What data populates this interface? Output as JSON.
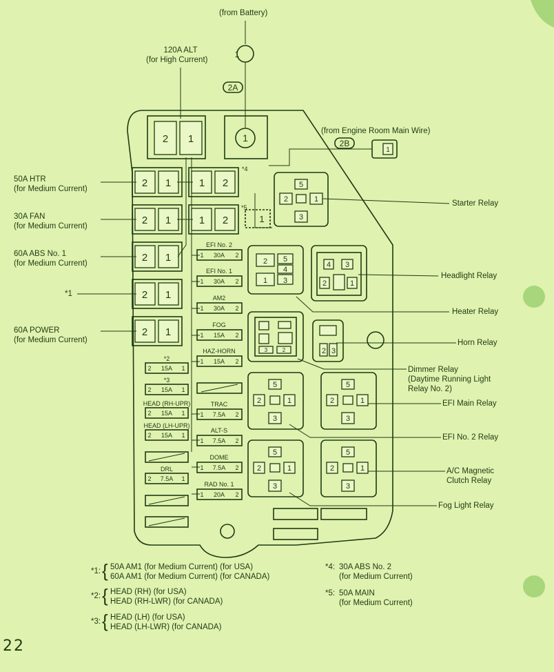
{
  "top_labels": {
    "from_battery": "(from Battery)",
    "alt_120a_line1": "120A ALT",
    "alt_120a_line2": "(for High Current)",
    "from_engine_room": "(from Engine Room Main Wire)",
    "connector_2a": "2A",
    "connector_2b": "2B",
    "terminal_1": "1"
  },
  "left_labels": [
    {
      "id": "htr",
      "line1": "50A HTR",
      "line2": "(for Medium Current)"
    },
    {
      "id": "fan",
      "line1": "30A FAN",
      "line2": "(for Medium Current)"
    },
    {
      "id": "abs1",
      "line1": "60A ABS No. 1",
      "line2": "(for Medium Current)"
    },
    {
      "id": "star1",
      "line1": "*1",
      "line2": ""
    },
    {
      "id": "power",
      "line1": "60A POWER",
      "line2": "(for Medium Current)"
    }
  ],
  "right_labels": {
    "starter": "Starter Relay",
    "headlight": "Headlight Relay",
    "heater": "Heater Relay",
    "horn": "Horn Relay",
    "dimmer_line1": "Dimmer Relay",
    "dimmer_line2": "(Daytime Running Light",
    "dimmer_line3": "Relay No. 2)",
    "efi_main": "EFI Main Relay",
    "efi2": "EFI No. 2 Relay",
    "ac_line1": "A/C Magnetic",
    "ac_line2": "Clutch Relay",
    "fog": "Fog Light Relay"
  },
  "fuses_middle": [
    {
      "name": "EFI No. 2",
      "amp": "30A"
    },
    {
      "name": "EFI No. 1",
      "amp": "30A"
    },
    {
      "name": "AM2",
      "amp": "30A"
    },
    {
      "name": "FOG",
      "amp": "15A"
    },
    {
      "name": "HAZ-HORN",
      "amp": "15A"
    },
    {
      "name": "",
      "amp": ""
    },
    {
      "name": "TRAC",
      "amp": "7.5A"
    },
    {
      "name": "ALT-S",
      "amp": "7.5A"
    },
    {
      "name": "DOME",
      "amp": "7.5A"
    },
    {
      "name": "RAD No. 1",
      "amp": "20A"
    }
  ],
  "fuses_left": [
    {
      "name": "*2",
      "amp": "15A"
    },
    {
      "name": "*3",
      "amp": "15A"
    },
    {
      "name": "HEAD (RH-UPR)",
      "amp": "15A"
    },
    {
      "name": "HEAD (LH-UPR)",
      "amp": "15A"
    },
    {
      "name": "",
      "amp": ""
    },
    {
      "name": "DRL",
      "amp": "7.5A"
    },
    {
      "name": "",
      "amp": ""
    },
    {
      "name": "",
      "amp": ""
    }
  ],
  "terminals": {
    "one": "1",
    "two": "2",
    "three": "3",
    "four": "4",
    "five": "5"
  },
  "markers": {
    "star4": "*4",
    "star5": "*5"
  },
  "notes": [
    {
      "mark": "*1:",
      "lines": [
        "50A AM1 (for Medium Current) (for USA)",
        "60A AM1 (for Medium Current) (for CANADA)"
      ]
    },
    {
      "mark": "*2:",
      "lines": [
        "HEAD (RH) (for USA)",
        "HEAD (RH-LWR) (for CANADA)"
      ]
    },
    {
      "mark": "*3:",
      "lines": [
        "HEAD (LH) (for USA)",
        "HEAD (LH-LWR) (for CANADA)"
      ]
    },
    {
      "mark": "*4:",
      "lines": [
        "30A ABS No. 2",
        "(for Medium Current)"
      ]
    },
    {
      "mark": "*5:",
      "lines": [
        "50A MAIN",
        "(for Medium Current)"
      ]
    }
  ],
  "page_number": "22",
  "colors": {
    "background": "#dff2b0",
    "ink": "#1f3a12",
    "tab": "#a8d67a"
  }
}
